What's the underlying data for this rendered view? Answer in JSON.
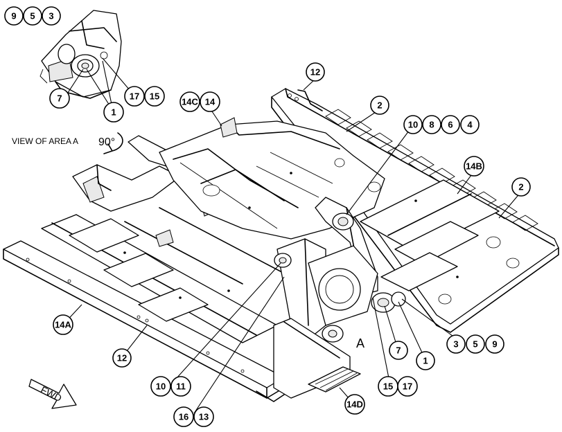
{
  "view_caption": "VIEW OF AREA A",
  "rotation_label": "90°",
  "area_label": "A",
  "fwd_label": "FWD",
  "callouts": {
    "c_9_top": "9",
    "c_5_top": "5",
    "c_3_top": "3",
    "c_7_top": "7",
    "c_17_top": "17",
    "c_15_top": "15",
    "c_1_top": "1",
    "c_12_top": "12",
    "c_14c": "14C",
    "c_14": "14",
    "c_2_upper": "2",
    "c_10_r": "10",
    "c_8": "8",
    "c_6": "6",
    "c_4": "4",
    "c_14b": "14B",
    "c_2_right": "2",
    "c_3_bot": "3",
    "c_5_bot": "5",
    "c_9_bot": "9",
    "c_7_bot": "7",
    "c_1_bot": "1",
    "c_15_bot": "15",
    "c_17_bot": "17",
    "c_14a": "14A",
    "c_12_bot": "12",
    "c_10_bot": "10",
    "c_11": "11",
    "c_16": "16",
    "c_13": "13",
    "c_14d": "14D"
  }
}
